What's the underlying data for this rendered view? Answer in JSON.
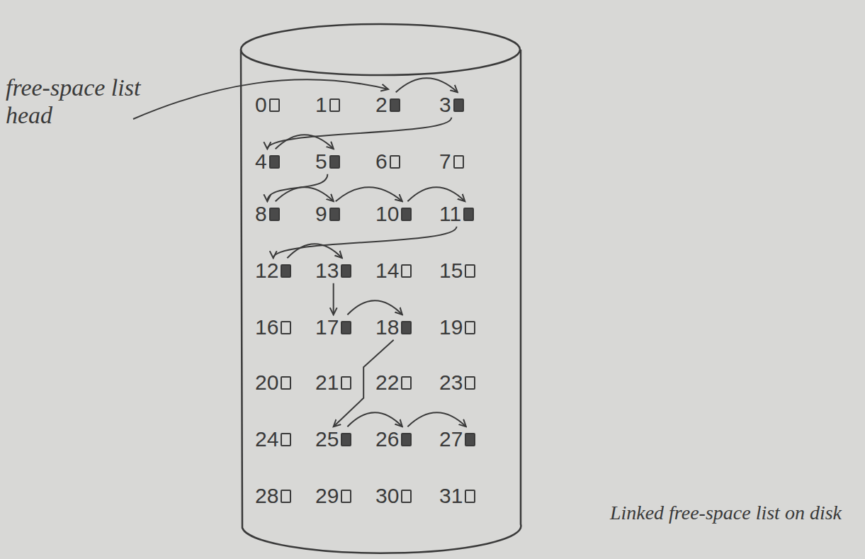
{
  "diagram": {
    "nodes": [
      {
        "text": [
          "0"
        ]
      },
      {
        "text": [
          "1"
        ]
      },
      {
        "text": [
          "2"
        ]
      },
      {
        "text": [
          "3"
        ]
      },
      {
        "text": [
          "4"
        ]
      },
      {
        "text": [
          "5"
        ]
      },
      {
        "text": [
          "6"
        ]
      },
      {
        "text": [
          "7"
        ]
      },
      {
        "text": [
          "8"
        ]
      },
      {
        "text": [
          "9"
        ]
      },
      {
        "text": [
          "10"
        ]
      },
      {
        "text": [
          "11"
        ]
      },
      {
        "text": [
          "12"
        ]
      },
      {
        "text": [
          "13"
        ]
      },
      {
        "text": [
          "14"
        ]
      },
      {
        "text": [
          "15"
        ]
      },
      {
        "text": [
          "16"
        ]
      },
      {
        "text": [
          "17"
        ]
      },
      {
        "text": [
          "18"
        ]
      },
      {
        "text": [
          "19"
        ]
      },
      {
        "text": [
          "20"
        ]
      },
      {
        "text": [
          "21"
        ]
      },
      {
        "text": [
          "22"
        ]
      },
      {
        "text": [
          "23"
        ]
      },
      {
        "text": [
          "24"
        ]
      },
      {
        "text": [
          "25"
        ]
      },
      {
        "text": [
          "26"
        ]
      },
      {
        "text": [
          "27"
        ]
      },
      {
        "text": [
          "28"
        ]
      },
      {
        "text": [
          "29"
        ]
      },
      {
        "text": [
          "30"
        ]
      },
      {
        "text": [
          "31"
        ]
      }
    ],
    "edges": [
      {
        "from": 2,
        "to": 3,
        "arrow": "to"
      },
      {
        "from": 3,
        "to": 4,
        "arrow": "to"
      },
      {
        "from": 4,
        "to": 5,
        "arrow": "to"
      },
      {
        "from": 5,
        "to": 8,
        "arrow": "to"
      },
      {
        "from": 8,
        "to": 9,
        "arrow": "to"
      },
      {
        "from": 9,
        "to": 10,
        "arrow": "to"
      },
      {
        "from": 10,
        "to": 11,
        "arrow": "to"
      },
      {
        "from": 11,
        "to": 12,
        "arrow": "to"
      },
      {
        "from": 12,
        "to": 13,
        "arrow": "to"
      },
      {
        "from": 13,
        "to": 17,
        "arrow": "to"
      },
      {
        "from": 17,
        "to": 18,
        "arrow": "to"
      },
      {
        "from": 18,
        "to": 25,
        "arrow": "to"
      },
      {
        "from": 25,
        "to": 26,
        "arrow": "to"
      },
      {
        "from": 26,
        "to": 27,
        "arrow": "to"
      }
    ],
    "labels": [
      "free-space list head",
      "Linked free-space list on disk"
    ]
  }
}
